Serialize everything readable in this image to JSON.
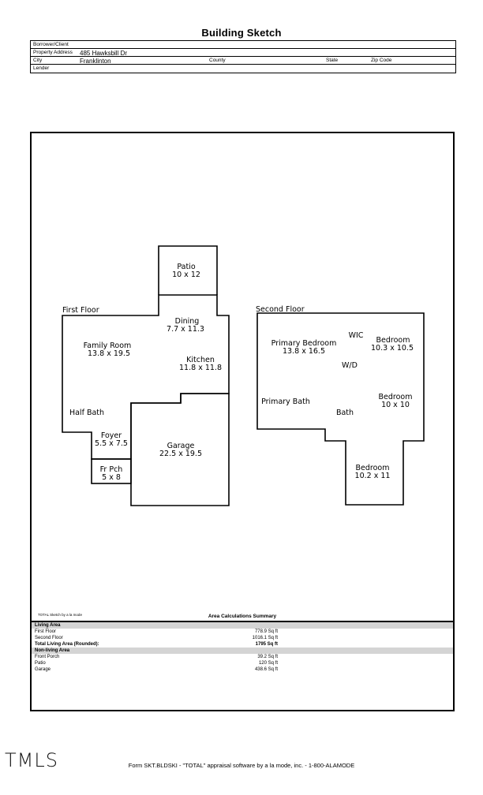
{
  "title": "Building Sketch",
  "header": {
    "borrower_label": "Borrower/Client",
    "borrower_value": "",
    "address_label": "Property Address",
    "address_value": "485 Hawksbill Dr",
    "city_label": "City",
    "city_value": "Franklinton",
    "county_label": "County",
    "state_label": "State",
    "zip_label": "Zip Code",
    "lender_label": "Lender"
  },
  "plan": {
    "first_floor_label": "First Floor",
    "second_floor_label": "Second Floor",
    "rooms": {
      "patio_name": "Patio",
      "patio_size": "10 x 12",
      "dining_name": "Dining",
      "dining_size": "7.7 x 11.3",
      "family_name": "Family Room",
      "family_size": "13.8 x 19.5",
      "kitchen_name": "Kitchen",
      "kitchen_size": "11.8 x 11.8",
      "halfbath_name": "Half Bath",
      "foyer_name": "Foyer",
      "foyer_size": "5.5 x 7.5",
      "garage_name": "Garage",
      "garage_size": "22.5 x 19.5",
      "frpch_name": "Fr Pch",
      "frpch_size": "5 x 8",
      "primary_bed_name": "Primary Bedroom",
      "primary_bed_size": "13.8 x 16.5",
      "wic_name": "WIC",
      "bed1_name": "Bedroom",
      "bed1_size": "10.3 x 10.5",
      "wd_name": "W/D",
      "primary_bath_name": "Primary Bath",
      "bed2_name": "Bedroom",
      "bed2_size": "10 x 10",
      "bath_name": "Bath",
      "bed3_name": "Bedroom",
      "bed3_size": "10.2 x 11"
    }
  },
  "summary": {
    "credit": "TOTAL Sketch by a la mode",
    "title": "Area Calculations Summary",
    "living_header": "Living Area",
    "first_floor_label": "First Floor",
    "first_floor_value": "778.9 Sq ft",
    "second_floor_label": "Second Floor",
    "second_floor_value": "1016.1 Sq ft",
    "total_label": "Total Living Area (Rounded):",
    "total_value": "1795 Sq ft",
    "nonliving_header": "Non-living Area",
    "porch_label": "Front Porch",
    "porch_value": "39.2 Sq ft",
    "patio_label": "Patio",
    "patio_value": "120 Sq ft",
    "garage_label": "Garage",
    "garage_value": "438.6 Sq ft"
  },
  "logo": "TMLS",
  "footer": "Form SKT.BLDSKI - \"TOTAL\" appraisal software by a la mode, inc. - 1-800-ALAMODE"
}
